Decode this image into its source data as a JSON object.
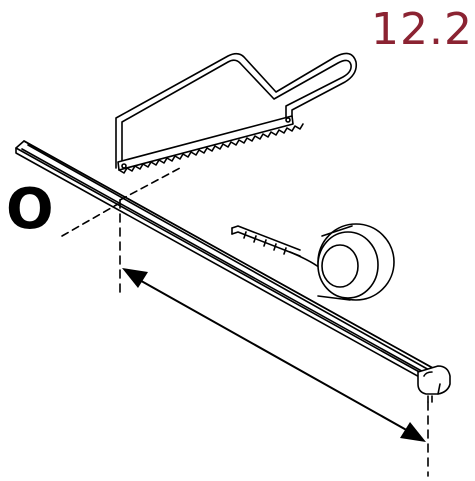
{
  "step": {
    "number": "12.2"
  },
  "reference_point": {
    "label": "O"
  },
  "colors": {
    "step_number": "#8b2332",
    "line": "#000000",
    "background": "#ffffff"
  },
  "icons": [
    "hacksaw-icon",
    "tape-measure-icon",
    "rail-profile",
    "dimension-arrow"
  ]
}
